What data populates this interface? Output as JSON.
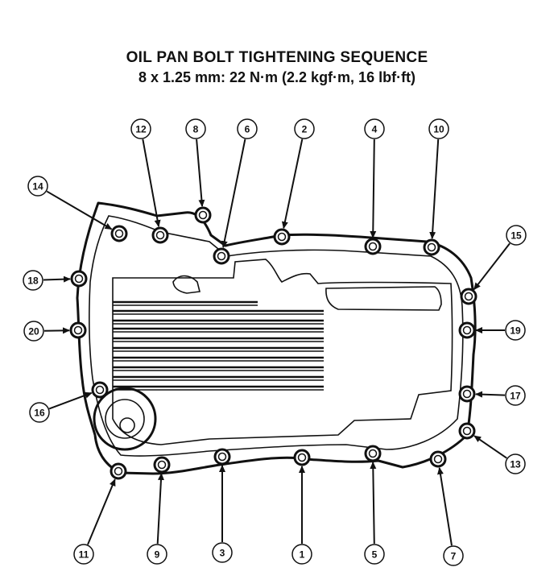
{
  "title": {
    "line1": "OIL PAN BOLT TIGHTENING SEQUENCE",
    "line2": "8 x 1.25 mm: 22 N·m (2.2 kgf·m, 16 lbf·ft)"
  },
  "bolt_labels": [
    "1",
    "2",
    "3",
    "4",
    "5",
    "6",
    "7",
    "8",
    "9",
    "10",
    "11",
    "12",
    "13",
    "14",
    "15",
    "16",
    "17",
    "18",
    "19",
    "20"
  ]
}
